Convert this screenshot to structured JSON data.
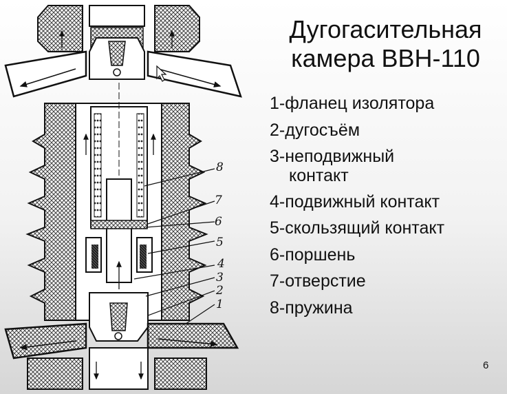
{
  "slide": {
    "title_line1": "Дугогасительная",
    "title_line2": "камера ВВН-110",
    "number": "6"
  },
  "legend": [
    {
      "text": "1-фланец изолятора"
    },
    {
      "text": "2-дугосъём"
    },
    {
      "text": "3-неподвижный",
      "cont": "контакт"
    },
    {
      "text": "4-подвижный контакт"
    },
    {
      "text": "5-скользящий контакт"
    },
    {
      "text": "6-поршень"
    },
    {
      "text": "7-отверстие"
    },
    {
      "text": "8-пружина"
    }
  ],
  "diagram": {
    "callouts": [
      "8",
      "7",
      "6",
      "5",
      "4",
      "3",
      "2",
      "1"
    ]
  }
}
